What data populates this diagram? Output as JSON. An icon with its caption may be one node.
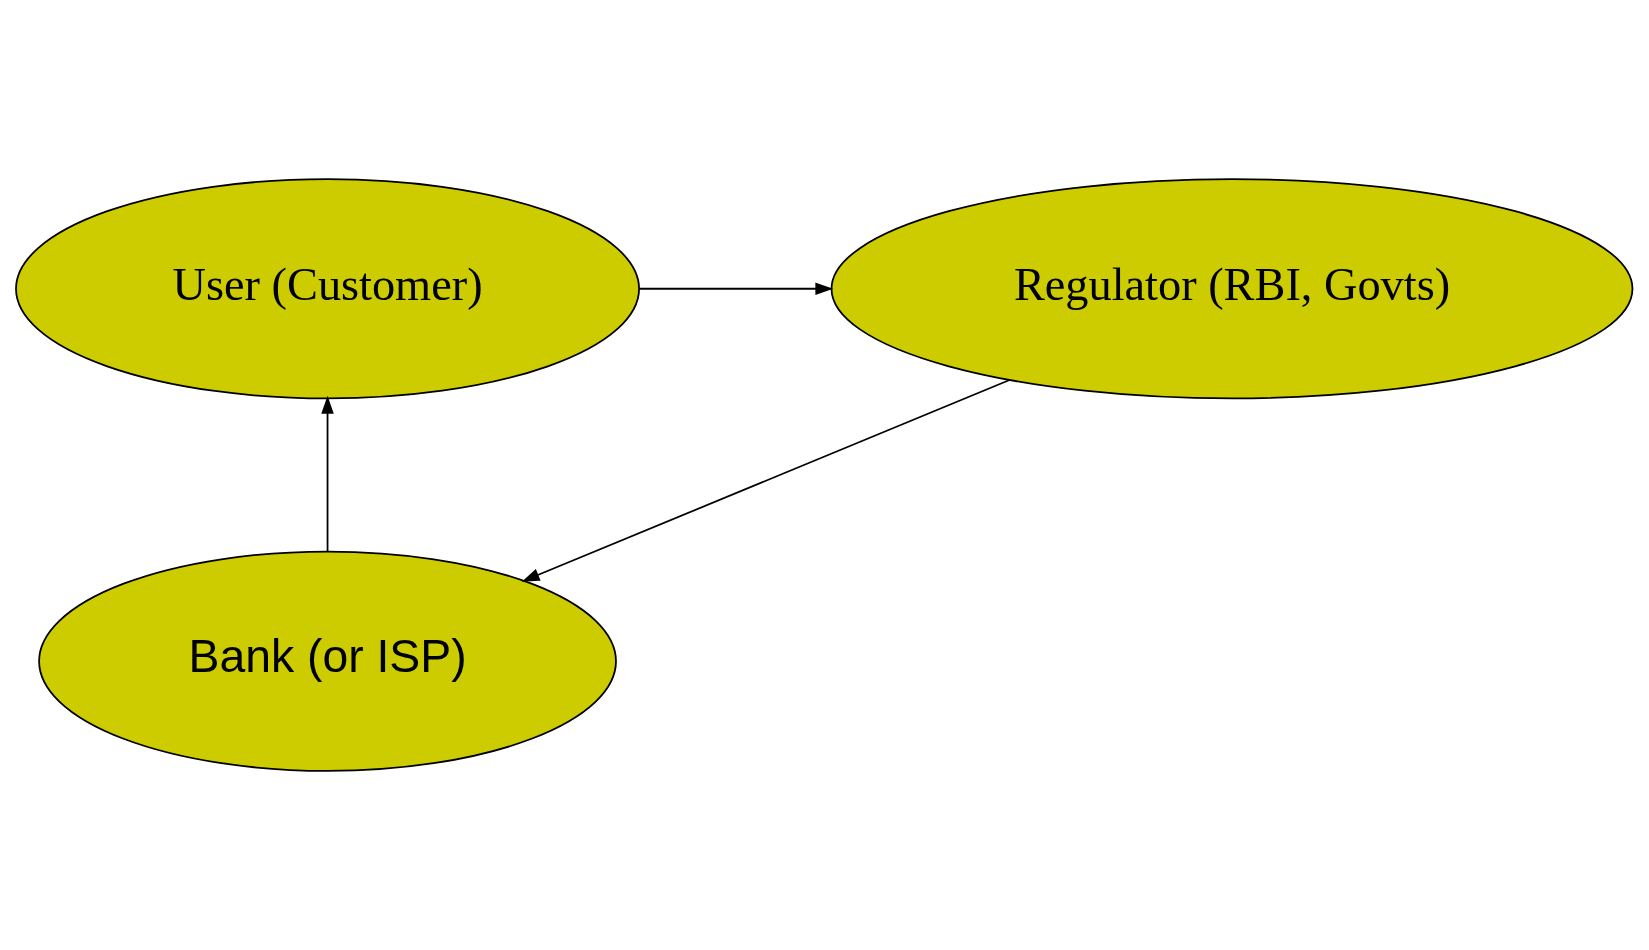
{
  "diagram": {
    "nodes": [
      {
        "text": [
          "User (Customer)"
        ]
      },
      {
        "text": [
          "Bank (or ISP)"
        ]
      },
      {
        "text": [
          "Regulator (RBI, Govts)"
        ]
      }
    ],
    "edges": [
      {
        "from": 1,
        "to": 0,
        "arrow": "to"
      },
      {
        "from": 0,
        "to": 2,
        "arrow": "to"
      },
      {
        "from": 2,
        "to": 1,
        "arrow": "to"
      }
    ]
  }
}
